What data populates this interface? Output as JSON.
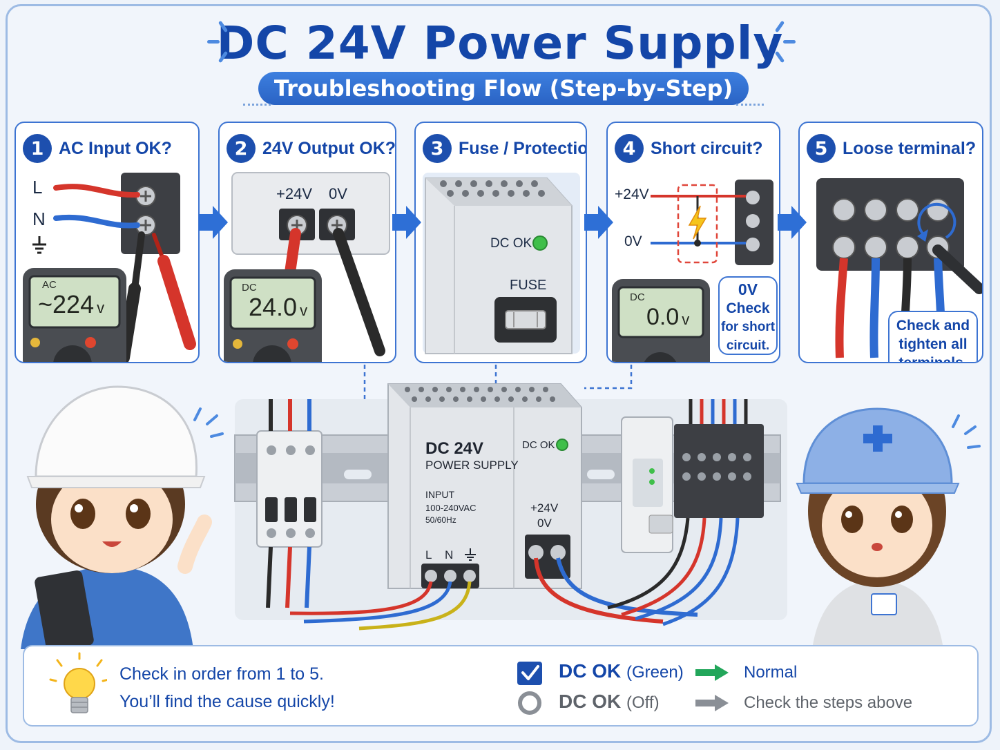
{
  "header": {
    "title": "DC 24V Power Supply",
    "subtitle": "Troubleshooting Flow (Step-by-Step)"
  },
  "steps": [
    {
      "number": "1",
      "title": "AC Input OK?",
      "labels": {
        "l": "L",
        "n": "N"
      },
      "meter_unit": "AC",
      "meter_value": "~224",
      "meter_suffix": "v"
    },
    {
      "number": "2",
      "title": "24V Output OK?",
      "labels": {
        "pos": "+24V",
        "neg": "0V"
      },
      "meter_unit": "DC",
      "meter_value": "24.0",
      "meter_suffix": "v"
    },
    {
      "number": "3",
      "title": "Fuse / Protection?",
      "labels": {
        "dcok": "DC OK",
        "fuse": "FUSE"
      }
    },
    {
      "number": "4",
      "title": "Short circuit?",
      "labels": {
        "pos": "+24V",
        "neg": "0V"
      },
      "meter_unit": "DC",
      "meter_value": "0.0",
      "meter_suffix": "v",
      "bubble": [
        "0V",
        "Check",
        "for short",
        "circuit."
      ]
    },
    {
      "number": "5",
      "title": "Loose terminal?",
      "bubble": [
        "Check and",
        "tighten all",
        "terminals."
      ]
    }
  ],
  "psu": {
    "line1": "DC 24V",
    "line2": "POWER SUPPLY",
    "input1": "INPUT",
    "input2": "100-240VAC",
    "input3": "50/60Hz",
    "terminals": {
      "l": "L",
      "n": "N"
    },
    "dcok": "DC OK",
    "out_pos": "+24V",
    "out_neg": "0V"
  },
  "footer": {
    "tip1": "Check in order from 1 to 5.",
    "tip2": "You’ll find the cause quickly!",
    "legend": [
      {
        "label": "DC OK",
        "state": "(Green)",
        "meaning": "Normal",
        "color": "#22a65a"
      },
      {
        "label": "DC OK",
        "state": "(Off)",
        "meaning": "Check the steps above",
        "color": "#8a8f96"
      }
    ]
  },
  "colors": {
    "accent": "#1446a8",
    "border": "#3d74d2",
    "ok_green": "#22a65a",
    "wire_red": "#d5352b",
    "wire_blue": "#2e6bd1"
  }
}
